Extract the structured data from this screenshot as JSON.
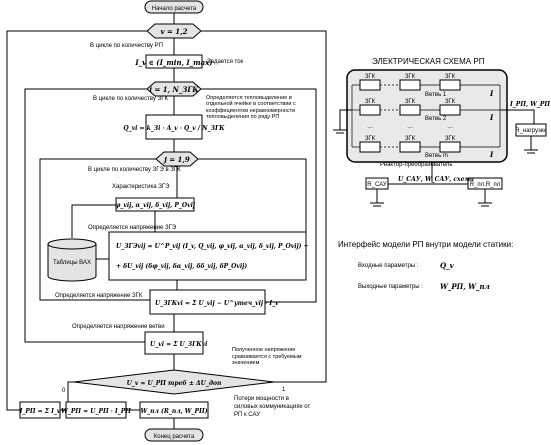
{
  "flowchart": {
    "start": "Начало расчета",
    "end": "Конец расчета",
    "loop_rp": "В цикле по количеству РП",
    "loop_rp_var": "v = 1,2",
    "set_current": "Задается ток",
    "set_current_formula": "I_v ∈ (I_min, I_max)",
    "loop_zgk": "В цикле по количеству ЗГК",
    "loop_zgk_var": "i = 1, N_ЗГК",
    "heat_note": "Определяется тепловыделение в отдельной ячейке в соответствии с коэффициентом неравномерности тепловыделения по ряду РП",
    "heat_formula": "Q_vi = k_Зi · A_v · Q_v / N_ЗГК",
    "loop_zge": "В цикле по количеству ЗГЭ в ЗГК",
    "loop_zge_var": "j = 1,9",
    "zge_chars": "Характеристика ЗГЭ",
    "zge_chars_formula": "φ_vij, α_vij, δ_vij, P_Ovij",
    "voltage_zge": "Определяется напряжение ЗГЭ",
    "vak_tables": "Таблицы ВАХ",
    "vak_formula_1": "U_ЗГЭvij = U^Р_vij (I_v, Q_vij, φ_vij, α_vij, δ_vij, P_Ovij) +",
    "vak_formula_2": "+ δU_vij (δφ_vij, δα_vij, δδ_vij, δP_Ovij)",
    "voltage_zgk": "Определяется напряжение ЗГК",
    "zgk_formula": "U_ЗГКvi = Σ U_vij − U^утеч_vij · I_v",
    "voltage_branch": "Определяется напряжение ветви",
    "branch_formula": "U_vi = Σ U_ЗГКvi",
    "compare_note": "Полученное напряжение сравнивается с требуемым значением",
    "compare_formula": "U_v = U_РП треб ± ΔU_доп",
    "branch_0": "0",
    "branch_1": "1",
    "sum_formula": "I_РП = Σ I_v",
    "power_formula": "W_РП = U_РП · I_РП",
    "loss_formula": "W_пл (R_пл, W_РП)",
    "loss_note": "Потери мощности в силовых коммуникациях от РП к САУ"
  },
  "circuit": {
    "title": "ЭЛЕКТРИЧЕСКАЯ СХЕМА РП",
    "cell_label": "ЗГК",
    "branch1": "Ветвь 1",
    "branch2": "Ветвь 2",
    "branchm": "Ветвь m",
    "current1": "I",
    "current2": "I",
    "currentm": "I",
    "out_current": "I_РП, W_РП",
    "load_label": "R_нагрузки",
    "reactor_label": "Реактор-преобразователь",
    "r_left": "R_САУ",
    "r_right": "R_пл.R_пл",
    "bus_label": "U_САУ, W_САУ, схема"
  },
  "interface": {
    "title": "Интерфейс модели РП внутри модели статики:",
    "inputs_label": "Входные параметры :",
    "inputs_value": "Q_v",
    "outputs_label": "Выходные параметры :",
    "outputs_value": "W_РП, W_пл"
  }
}
